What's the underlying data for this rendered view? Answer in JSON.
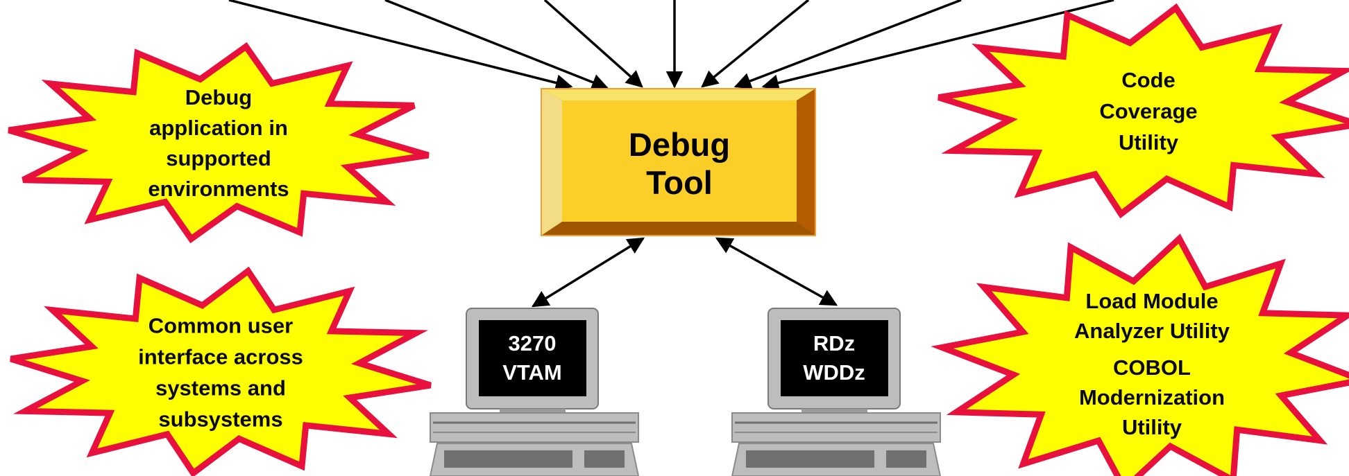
{
  "colors": {
    "burst_fill": "#ffff00",
    "burst_stroke": "#e8103c",
    "box_face": "#fccf28",
    "box_dark": "#b35d00",
    "computer_gray": "#bdbdbd",
    "screen": "#000000"
  },
  "hub": {
    "lines": [
      "Debug",
      "Tool"
    ]
  },
  "bursts": [
    {
      "id": "debug-app",
      "lines": [
        "Debug",
        "application in",
        "supported",
        "environments"
      ]
    },
    {
      "id": "common-ui",
      "lines": [
        "Common user",
        "interface across",
        "systems and",
        "subsystems"
      ]
    },
    {
      "id": "code-coverage",
      "lines": [
        "Code",
        "Coverage",
        "Utility"
      ]
    },
    {
      "id": "utilities",
      "lines": [
        "Load Module",
        "Analyzer Utility",
        "COBOL",
        "Modernization",
        "Utility"
      ]
    }
  ],
  "terminals": [
    {
      "id": "3270",
      "lines": [
        "3270",
        "VTAM"
      ]
    },
    {
      "id": "rdz",
      "lines": [
        "RDz",
        "WDDz"
      ]
    }
  ]
}
